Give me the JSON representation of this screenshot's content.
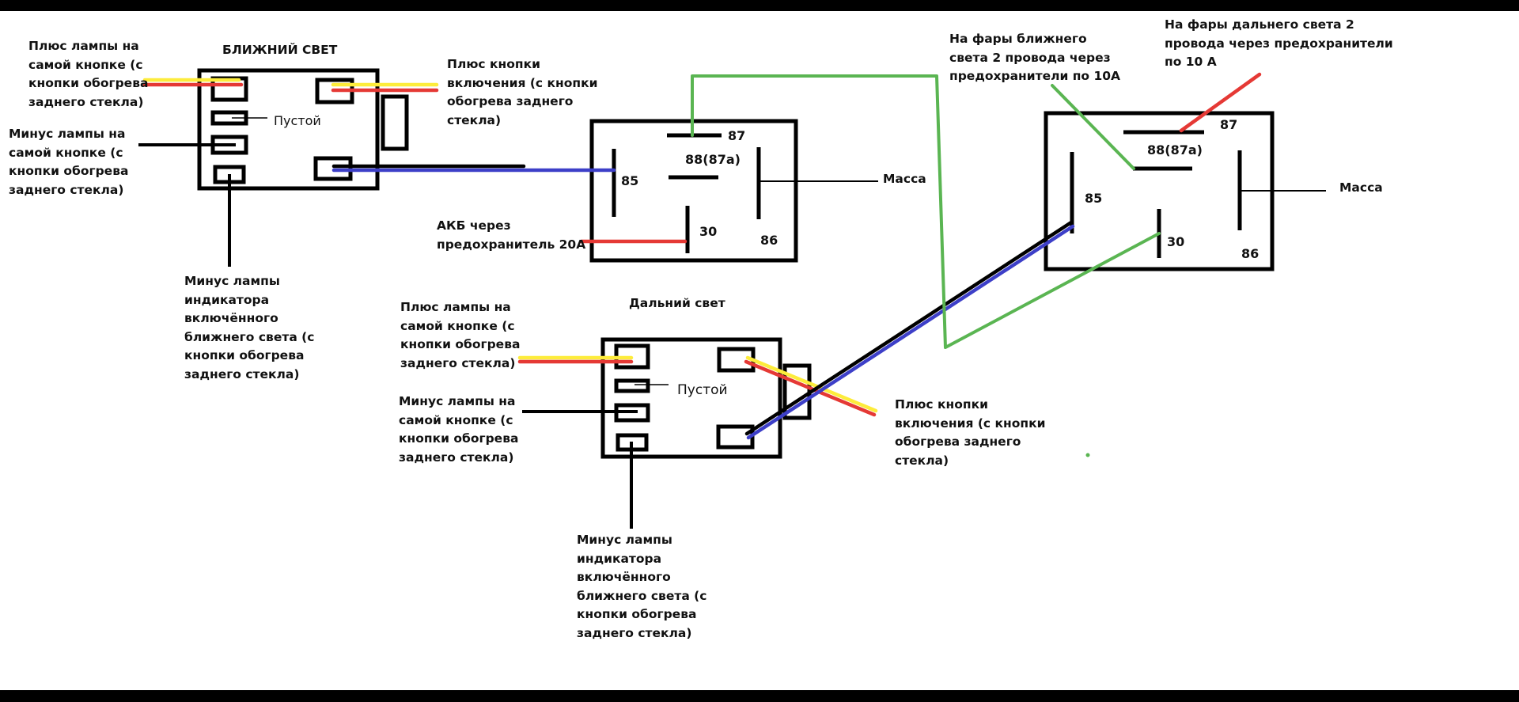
{
  "colors": {
    "wire_black": "#000000",
    "wire_red": "#e53935",
    "wire_yellow": "#fdec3b",
    "wire_blue": "#3d3fc8",
    "wire_green": "#5ab552"
  },
  "low_beam_switch": {
    "title": "БЛИЖНИЙ СВЕТ",
    "plus_lamp": "Плюс лампы на\nсамой кнопке (с\nкнопки обогрева\nзаднего стекла)",
    "empty": "Пустой",
    "minus_lamp": "Минус лампы на\nсамой кнопке (с\nкнопки обогрева\nзаднего стекла)",
    "plus_button": "Плюс кнопки\nвключения (с кнопки\nобогрева заднего\nстекла)",
    "minus_indicator": "Минус лампы\nиндикатора\nвключённого\nближнего света (с\nкнопки обогрева\nзаднего стекла)"
  },
  "high_beam_switch": {
    "title": "Дальний свет",
    "plus_lamp": "Плюс лампы на\nсамой кнопке (с\nкнопки обогрева\nзаднего стекла)",
    "empty": "Пустой",
    "minus_lamp": "Минус лампы на\nсамой кнопке (с\nкнопки обогрева\nзаднего стекла)",
    "plus_button": "Плюс кнопки\nвключения (с кнопки\nобогрева заднего\nстекла)",
    "minus_indicator": "Минус лампы\nиндикатора\nвключённого\nближнего света (с\nкнопки обогрева\nзаднего стекла)"
  },
  "relay1": {
    "pins": {
      "p87": "87",
      "p88": "88(87a)",
      "p85": "85",
      "p30": "30",
      "p86": "86"
    },
    "ground": "Масса",
    "battery": "АКБ через\nпредохранитель 20А"
  },
  "relay2": {
    "pins": {
      "p87": "87",
      "p88": "88(87a)",
      "p85": "85",
      "p30": "30",
      "p86": "86"
    },
    "ground": "Масса",
    "low_beam_out": "На фары ближнего\nсвета 2 провода через\nпредохранители по 10А",
    "high_beam_out": "На фары дальнего света 2\nпровода через предохранители\nпо 10 А"
  }
}
